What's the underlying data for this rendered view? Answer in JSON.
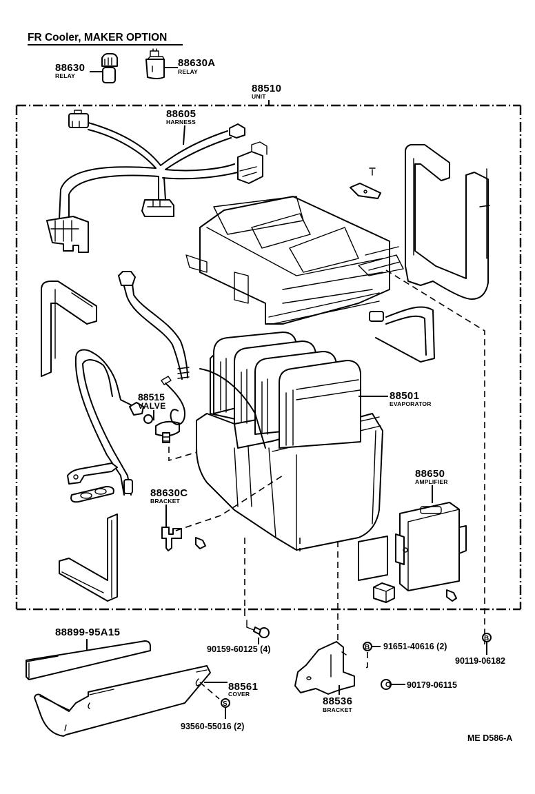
{
  "title": "FR Cooler, MAKER  OPTION",
  "diagram_code": "ME  D586-A",
  "parts": {
    "relay_1": {
      "number": "88630",
      "name": "RELAY"
    },
    "relay_a": {
      "number": "88630A",
      "name": "RELAY"
    },
    "unit": {
      "number": "88510",
      "name": "UNIT"
    },
    "harness": {
      "number": "88605",
      "name": "HARNESS"
    },
    "valve": {
      "number": "88515",
      "name": "VALVE"
    },
    "evaporator": {
      "number": "88501",
      "name": "EVAPORATOR"
    },
    "amplifier": {
      "number": "88650",
      "name": "AMPLIFIER"
    },
    "bracket_c": {
      "number": "88630C",
      "name": "BRACKET"
    },
    "seal": {
      "number": "88899-95A15"
    },
    "cover": {
      "number": "88561",
      "name": "COVER"
    },
    "bracket": {
      "number": "88536",
      "name": "BRACKET"
    },
    "screw_4": {
      "number": "90159-60125 (4)"
    },
    "bolt_2": {
      "number": "91651-40616 (2)",
      "symbol": "B"
    },
    "bolt": {
      "number": "90119-06182",
      "symbol": "B"
    },
    "nut": {
      "number": "90179-06115"
    },
    "screw_s": {
      "number": "93560-55016 (2)",
      "symbol": "S"
    }
  }
}
